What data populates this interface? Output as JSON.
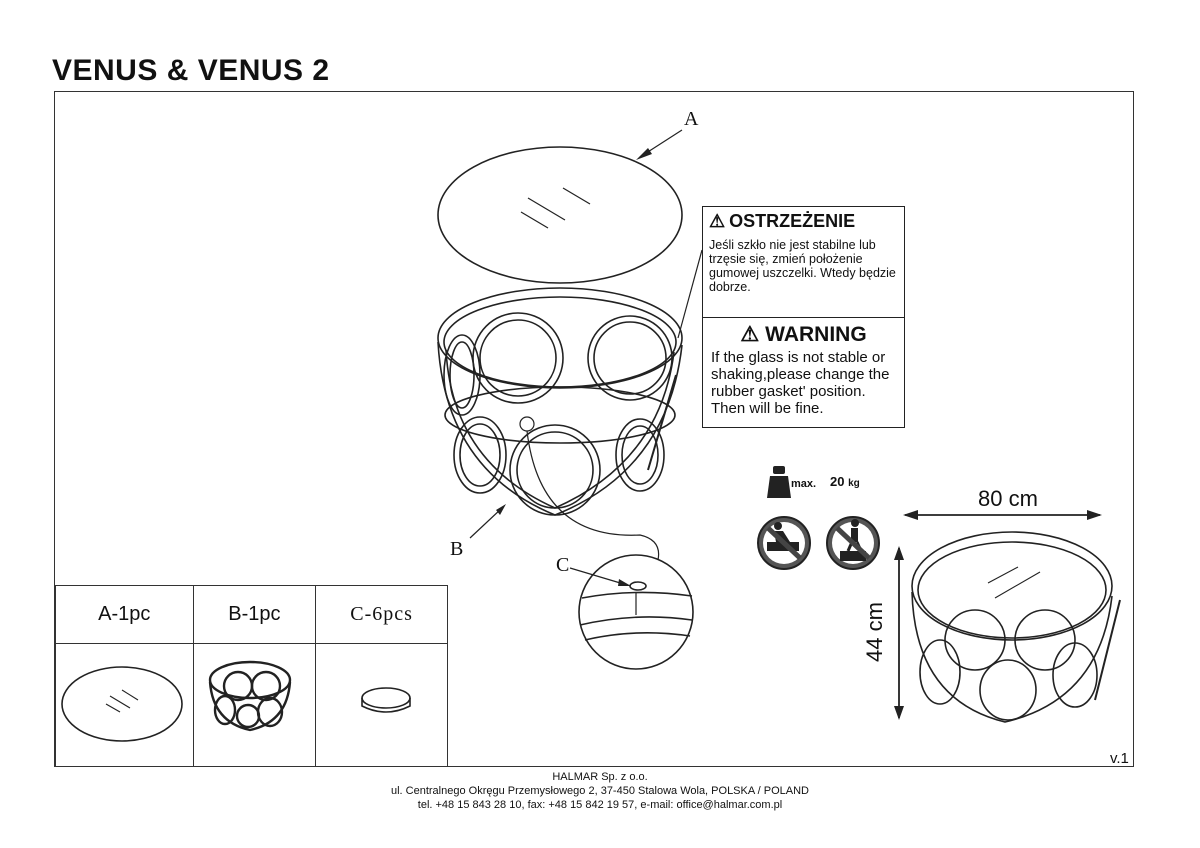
{
  "title": "VENUS & VENUS 2",
  "labels": {
    "a": "A",
    "b": "B",
    "c": "C"
  },
  "warning_pl": {
    "heading": "OSTRZEŻENIE",
    "text": "Jeśli szkło nie jest stabilne lub trzęsie się, zmień położenie gumowej uszczelki. Wtedy będzie dobrze."
  },
  "warning_en": {
    "heading": "WARNING",
    "text": "If the glass is not stable or shaking,please change the rubber gasket' position. Then will be fine."
  },
  "max_load": {
    "label": "max.",
    "value": "20",
    "unit": "kg"
  },
  "dimensions": {
    "width": "80 cm",
    "height": "44 cm"
  },
  "parts": [
    {
      "label": "A-1pc"
    },
    {
      "label": "B-1pc"
    },
    {
      "label": "C-6pcs"
    }
  ],
  "version": "v.1",
  "footer": {
    "company": "HALMAR Sp. z o.o.",
    "address": "ul. Centralnego Okręgu Przemysłowego 2, 37-450 Stalowa Wola, POLSKA / POLAND",
    "contact": "tel. +48 15 843 28 10, fax: +48 15 842 19 57, e-mail: office@halmar.com.pl"
  },
  "icons": [
    "warning-triangle-icon",
    "weight-icon",
    "no-sitting-icon",
    "no-standing-icon"
  ]
}
